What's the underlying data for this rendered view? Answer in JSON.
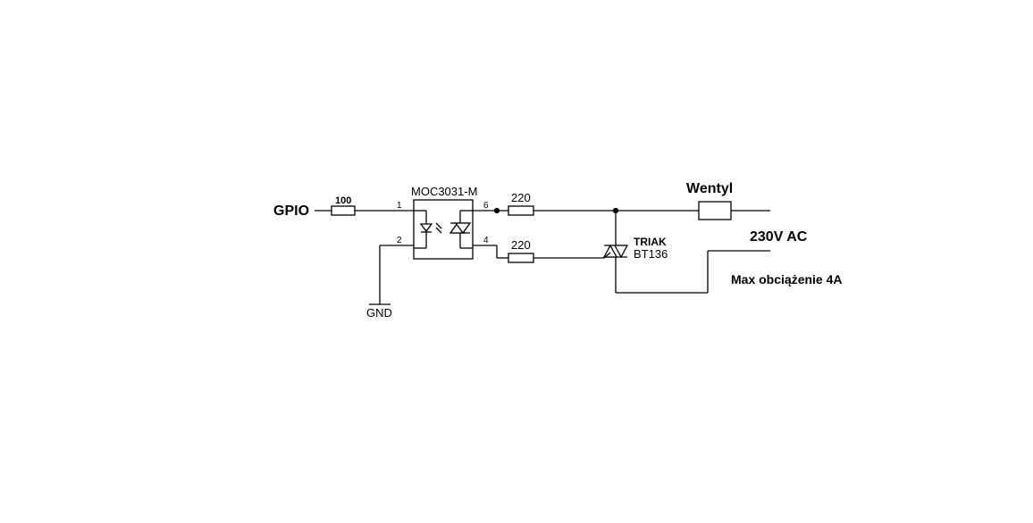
{
  "labels": {
    "gpio": "GPIO",
    "r_input": "100",
    "optocoupler": "MOC3031-M",
    "pin_1": "1",
    "pin_2": "2",
    "pin_6": "6",
    "pin_4": "4",
    "r_gate_top": "220",
    "r_gate_bottom": "220",
    "gnd": "GND",
    "fan": "Wentyl",
    "triac_type": "TRIAK",
    "triac_part": "BT136",
    "mains": "230V AC",
    "max_load": "Max obciążenie 4A"
  }
}
